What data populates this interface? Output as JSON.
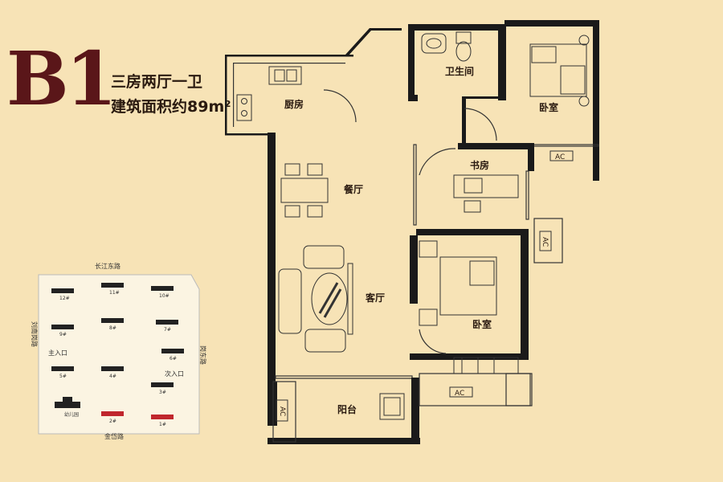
{
  "header": {
    "unit_code": "B1",
    "layout_desc": "三房两厅一卫",
    "area_text": "建筑面积约89m²"
  },
  "rooms": {
    "kitchen": "厨房",
    "bathroom": "卫生间",
    "master_bedroom": "卧室",
    "study": "书房",
    "dining": "餐厅",
    "living": "客厅",
    "second_bedroom": "卧室",
    "balcony": "阳台"
  },
  "ac_units": [
    "AC",
    "AC",
    "AC",
    "AC"
  ],
  "site_map": {
    "road_north": "长江东路",
    "road_west": "刘南岗路",
    "road_east": "岗东路",
    "road_south": "金岱路",
    "main_entrance": "主入口",
    "secondary_entrance": "次入口",
    "kindergarten": "幼儿园",
    "buildings": [
      "12#",
      "11#",
      "10#",
      "9#",
      "8#",
      "7#",
      "6#",
      "5#",
      "4#",
      "3#",
      "2#",
      "1#"
    ]
  },
  "colors": {
    "background": "#f7e3b6",
    "title": "#5a1619",
    "wall": "#1a1a1a",
    "highlight_building": "#c0262d"
  }
}
